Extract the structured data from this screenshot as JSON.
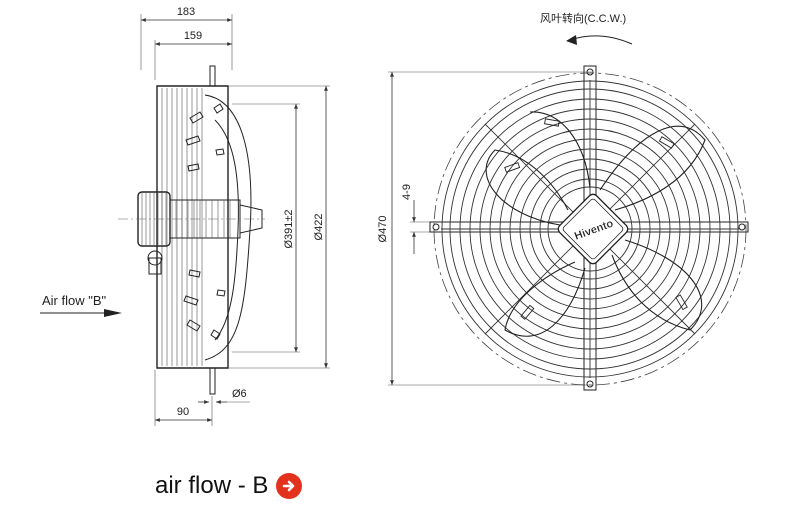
{
  "side_view": {
    "dim_total_depth": "183",
    "dim_depth": "159",
    "dim_bolt_offset": "90",
    "dim_hole": "Ø6",
    "dim_blade_dia": "Ø391±2",
    "dim_frame_dia": "Ø422",
    "airflow_label": "Air flow \"B\""
  },
  "front_view": {
    "rotation_label": "风叶转向(C.C.W.)",
    "dim_guard_dia": "Ø470",
    "dim_slot": "4-9",
    "brand": "Hivento"
  },
  "caption": {
    "text": "air flow - B",
    "arrow_color": "#e2321e"
  }
}
